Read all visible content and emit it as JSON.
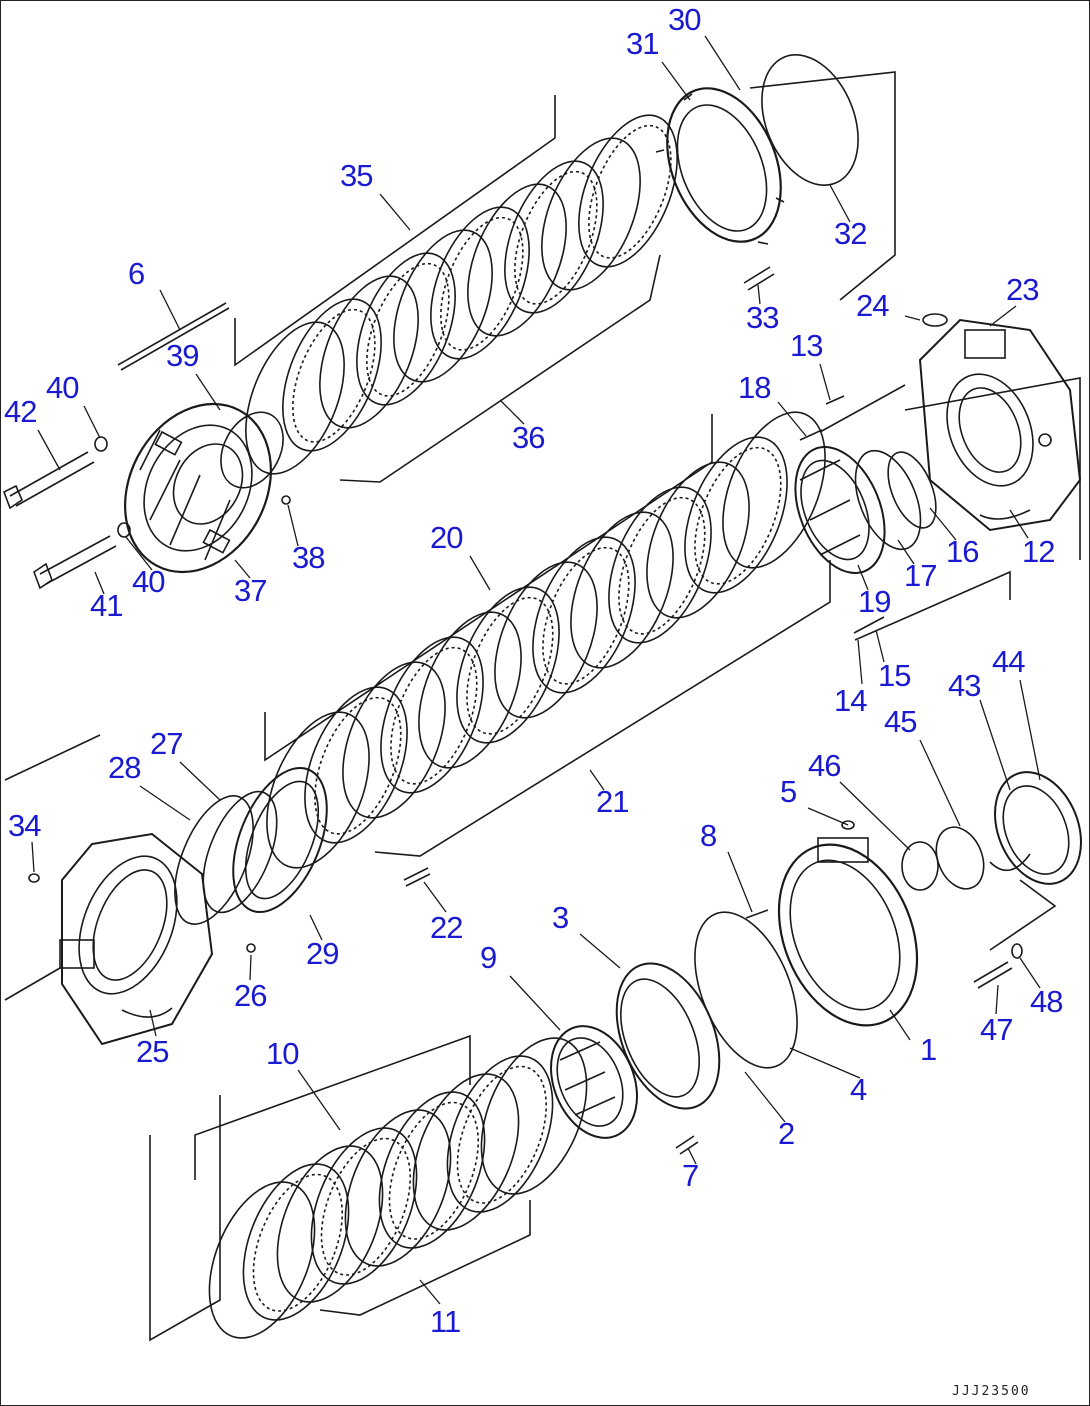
{
  "diagram": {
    "drawing_code": "JJJ23500",
    "colors": {
      "callout": "#1a1ad0",
      "line": "#1a1a1a"
    },
    "callouts": [
      {
        "id": "1",
        "label": "1"
      },
      {
        "id": "2",
        "label": "2"
      },
      {
        "id": "3",
        "label": "3"
      },
      {
        "id": "4",
        "label": "4"
      },
      {
        "id": "5",
        "label": "5"
      },
      {
        "id": "6",
        "label": "6"
      },
      {
        "id": "7",
        "label": "7"
      },
      {
        "id": "8",
        "label": "8"
      },
      {
        "id": "9",
        "label": "9"
      },
      {
        "id": "10",
        "label": "10"
      },
      {
        "id": "11",
        "label": "11"
      },
      {
        "id": "12",
        "label": "12"
      },
      {
        "id": "13",
        "label": "13"
      },
      {
        "id": "14",
        "label": "14"
      },
      {
        "id": "15",
        "label": "15"
      },
      {
        "id": "16",
        "label": "16"
      },
      {
        "id": "17",
        "label": "17"
      },
      {
        "id": "18",
        "label": "18"
      },
      {
        "id": "19",
        "label": "19"
      },
      {
        "id": "20",
        "label": "20"
      },
      {
        "id": "21",
        "label": "21"
      },
      {
        "id": "22",
        "label": "22"
      },
      {
        "id": "23",
        "label": "23"
      },
      {
        "id": "24",
        "label": "24"
      },
      {
        "id": "25",
        "label": "25"
      },
      {
        "id": "26",
        "label": "26"
      },
      {
        "id": "27",
        "label": "27"
      },
      {
        "id": "28",
        "label": "28"
      },
      {
        "id": "29",
        "label": "29"
      },
      {
        "id": "30",
        "label": "30"
      },
      {
        "id": "31",
        "label": "31"
      },
      {
        "id": "32",
        "label": "32"
      },
      {
        "id": "33",
        "label": "33"
      },
      {
        "id": "34",
        "label": "34"
      },
      {
        "id": "35",
        "label": "35"
      },
      {
        "id": "36",
        "label": "36"
      },
      {
        "id": "37",
        "label": "37"
      },
      {
        "id": "38",
        "label": "38"
      },
      {
        "id": "39",
        "label": "39"
      },
      {
        "id": "40a",
        "label": "40"
      },
      {
        "id": "40b",
        "label": "40"
      },
      {
        "id": "41",
        "label": "41"
      },
      {
        "id": "42",
        "label": "42"
      },
      {
        "id": "43",
        "label": "43"
      },
      {
        "id": "44",
        "label": "44"
      },
      {
        "id": "45",
        "label": "45"
      },
      {
        "id": "46",
        "label": "46"
      },
      {
        "id": "47",
        "label": "47"
      },
      {
        "id": "48",
        "label": "48"
      }
    ]
  }
}
